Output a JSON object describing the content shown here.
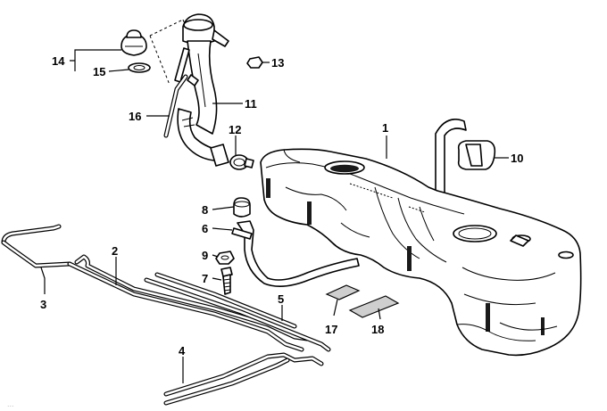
{
  "diagram": {
    "labels": {
      "p1": "1",
      "p2": "2",
      "p3": "3",
      "p4": "4",
      "p5": "5",
      "p6": "6",
      "p7": "7",
      "p8": "8",
      "p9": "9",
      "p10": "10",
      "p11": "11",
      "p12": "12",
      "p13": "13",
      "p14": "14",
      "p15": "15",
      "p16": "16",
      "p17": "17",
      "p18": "18"
    },
    "watermark": "..."
  }
}
